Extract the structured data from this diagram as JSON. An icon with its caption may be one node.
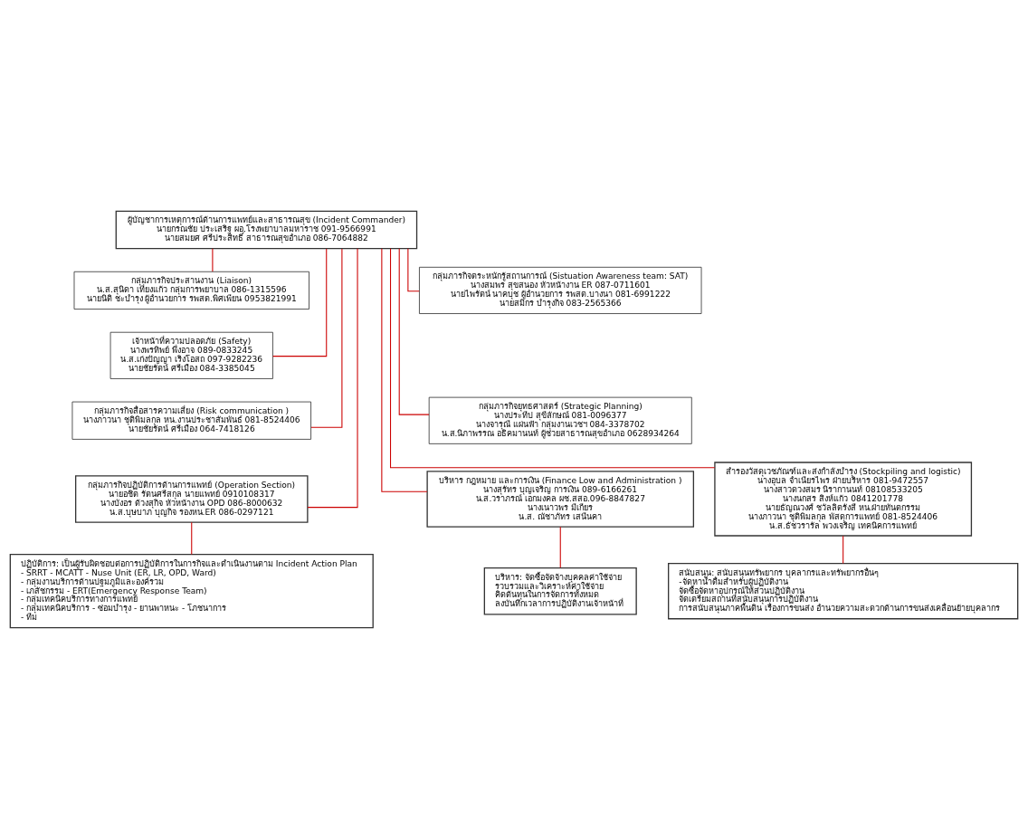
{
  "diagram": {
    "nodes": [
      {
        "text": [
          "ผู้บัญชาการเหตุการณ์ด้านการแพทย์และสาธารณสุข (Incident Commander)",
          "นายกรณชัย ประเสริฐ ผอ.โรงพยาบาลมหาราช 091-9566991",
          "นายสมยศ ศรีประสิทธิ์ สาธารณสุขอำเภอ 086-7064882"
        ]
      },
      {
        "text": [
          "กลุ่มภารกิจประสานงาน (Liaison)",
          "น.ส.สุนิดา เที่ยงแก้ว กลุ่มการพยาบาล 086-1315596",
          "นายนิติ ชะบำรุง ผู้อำนวยการ รพสต.พิศเพียน 0953821991"
        ]
      },
      {
        "text": [
          "เจ้าหน้าที่ความปลอดภัย (Safety)",
          "นางพรทิพย์ พึ่งอาจ 089-0833245",
          "น.ส.เก่งปัญญา เริงโอสถ 097-9282236",
          "นายชัยรัตน์ ศรีเมือง 084-3385045"
        ]
      },
      {
        "text": [
          "กลุ่มภารกิจสื่อสารความเสี่ยง (Risk communication )",
          "นางภาวนา ชุติพิมลกุล หน.งานประชาสัมพันธ์ 081-8524406",
          "นายชัยรัตน์ ศรีเมือง 064-7418126"
        ]
      },
      {
        "text": [
          "กลุ่มภารกิจตระหนักรู้สถานการณ์ (Sistuation Awareness team: SAT)",
          "นางสมพร สุขสนอง หัวหน้างาน ER 087-0711601",
          "นายไพรัตน์ นาคบุช ผู้อำนวยการ รพสต.บางนา 081-6991222",
          "นายสมิกร บำรุงกิจ 083-2565366"
        ]
      },
      {
        "text": [
          "กลุ่มภารกิจยุทธศาสตร์ (Strategic Planning)",
          "นางประทีป สุขีลักษณ์ 081-0096377",
          "นางจารุณี แผ่นฟ้า กลุ่มงานเวชฯ 084-3378702",
          "น.ส.นิภาพรรณ อธิคมานนท์ ผู้ช่วยสาธารณสุขอำเภอ 0628934264"
        ]
      },
      {
        "text": [
          "กลุ่มภารกิจปฏิบัติการด้านการแพทย์ (Operation Section)",
          "นายอชิต รัตนศรีสกุล นายแพทย์ 0910108317",
          "นางบังอร ด้วงสุกิจ หัวหน้างาน OPD 086-8000632",
          "น.ส.บุษบาภ บุญกิจ รองหน.ER 086-0297121"
        ]
      },
      {
        "text": [
          "สำรองวัสดุเวชภัณฑ์และส่งกำลังบำรุง (Stockpiling and logistic)",
          "นางอุบล จำเนียรไพร ฝ่ายบริหาร 081-9472557",
          "นางสาวดวงสมร นิรากานนท์ 08108533205",
          "นางนกสร สิงห์แก้ว 0841201778",
          "นายธัญณวงศ์ ชวัลลิตรังสี หน.ฝ่ายทันตกรรม",
          "นางภาวนา ชุติพิมลกุล พัสดุการแพทย์ 081-8524406",
          "น.ส.ธัชวรารัล พวงเจริญ เทคนิคการแพทย์"
        ]
      },
      {
        "text": [
          "บริหาร กฎหมาย และการเงิน (Finance Low and Administration )",
          "นางสุรัทร บุญเจริญ การเงิน 089-6166261",
          "น.ส.วราภรณ์ เอกมงคล ผช.สสอ.096-8847827",
          "นางเนาวพร มีเกียร",
          "น.ส. ณัชาภัทร เสนีนคา"
        ]
      },
      {
        "text": [
          "ปฏิบัติการ: เป็นผู้รับผิดชอบต่อการปฏิบัติการในการกิจและดำเนินงานตาม Incident Action Plan",
          "- SRRT - MCATT - Nuse Unit (ER, LR, OPD, Ward)",
          "- กลุ่มงานบริการด้านปฐมภูมิและองค์รวม",
          "- เภสัชกรรม - ERT(Emergency Response Team)",
          "- กลุ่มเทคนิคบริการทางการแพทย์",
          "- กลุ่มเทคนิคบริการ - ซ่อมบำรุง - ยานพาหนะ - โภชนาการ",
          "- ทีม"
        ]
      },
      {
        "text": [
          "สนับสนุน: สนับสนุนทรัพยากร บุคลากรและทรัพยากรอื่นๆ",
          "-จัดหาน้ำดื่มสำหรับผู้ปฏิบัติงาน",
          "จัดซื้อจัดหาอุปกรณ์ให้ส่วนปฏิบัติงาน",
          "จัดเตรียมสถานที่สนับสนุนการปฏิบัติงาน",
          "การสนับสนุนภาคพื้นดิน เรื่องการขนส่ง อำนวยความสะดวกด้านการขนส่งเคลื่อนย้ายบุคลากร"
        ]
      },
      {
        "text": [
          "บริหาร: จัดซื้อจัดจ้างบุคคลค่าใช้จ่าย",
          "รวบรวมและวิเคราะห์ค่าใช้จ่าย",
          "คิดต้นทุนในการจัดการทั้งหมด",
          "ลงบันทึกเวลาการปฏิบัติงานเจ้าหน้าที่"
        ]
      }
    ],
    "edges": [
      {
        "from": 0,
        "to": 1,
        "arrow": "none"
      },
      {
        "from": 0,
        "to": 2,
        "arrow": "none"
      },
      {
        "from": 0,
        "to": 3,
        "arrow": "none"
      },
      {
        "from": 0,
        "to": 4,
        "arrow": "none"
      },
      {
        "from": 0,
        "to": 5,
        "arrow": "none"
      },
      {
        "from": 0,
        "to": 6,
        "arrow": "none"
      },
      {
        "from": 0,
        "to": 7,
        "arrow": "none"
      },
      {
        "from": 0,
        "to": 8,
        "arrow": "none"
      },
      {
        "from": 6,
        "to": 9,
        "arrow": "none"
      },
      {
        "from": 7,
        "to": 10,
        "arrow": "none"
      },
      {
        "from": 8,
        "to": 11,
        "arrow": "none"
      }
    ]
  }
}
